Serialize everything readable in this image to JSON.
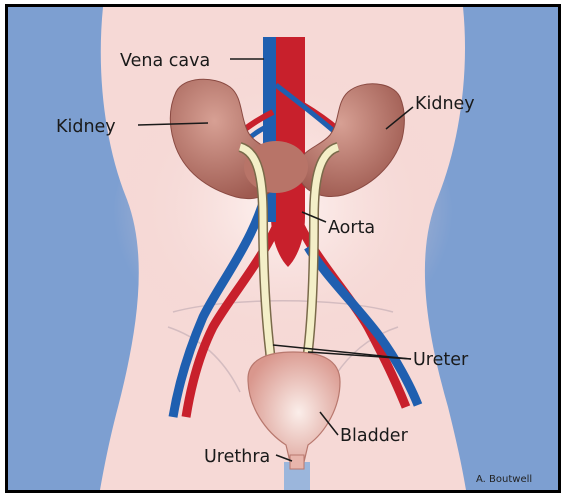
{
  "labels": {
    "vena_cava": "Vena cava",
    "kidney_left": "Kidney",
    "kidney_right": "Kidney",
    "aorta": "Aorta",
    "ureter": "Ureter",
    "bladder": "Bladder",
    "urethra": "Urethra"
  },
  "credit": "A. Boutwell",
  "colors": {
    "background": "#7d9fd1",
    "body": "#f6d9d6",
    "artery": "#c8202c",
    "vein": "#1f5fb0",
    "kidney": "#b87468",
    "ureter": "#f4efc8",
    "bladder": "#eab8b0"
  }
}
